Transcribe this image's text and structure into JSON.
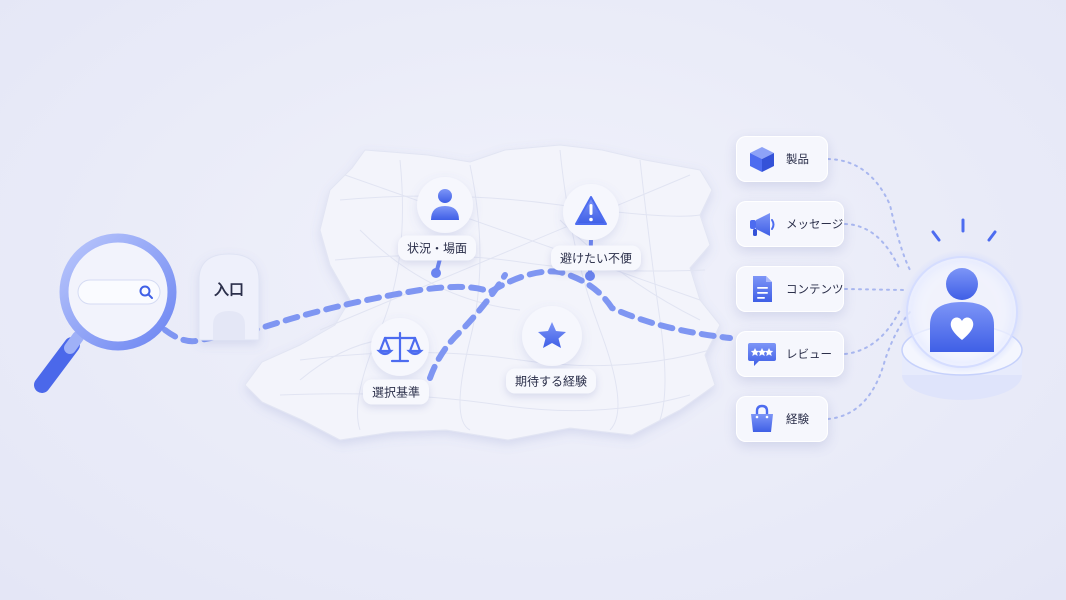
{
  "entrance": {
    "label": "入口"
  },
  "pins": [
    {
      "label": "状況・場面",
      "icon": "person-icon"
    },
    {
      "label": "避けたい不便",
      "icon": "warning-icon"
    },
    {
      "label": "選択基準",
      "icon": "scales-icon"
    },
    {
      "label": "期待する経験",
      "icon": "star-icon"
    }
  ],
  "touchpoints": [
    {
      "label": "製品",
      "icon": "cube-icon"
    },
    {
      "label": "メッセージ",
      "icon": "megaphone-icon"
    },
    {
      "label": "コンテンツ",
      "icon": "document-icon"
    },
    {
      "label": "レビュー",
      "icon": "review-bubble-icon"
    },
    {
      "label": "経験",
      "icon": "shopping-bag-icon"
    }
  ],
  "colors": {
    "accent": "#4d6cf0",
    "accent_light": "#8fa3f5",
    "path": "#7f96f2",
    "surface": "#f4f5fc"
  }
}
